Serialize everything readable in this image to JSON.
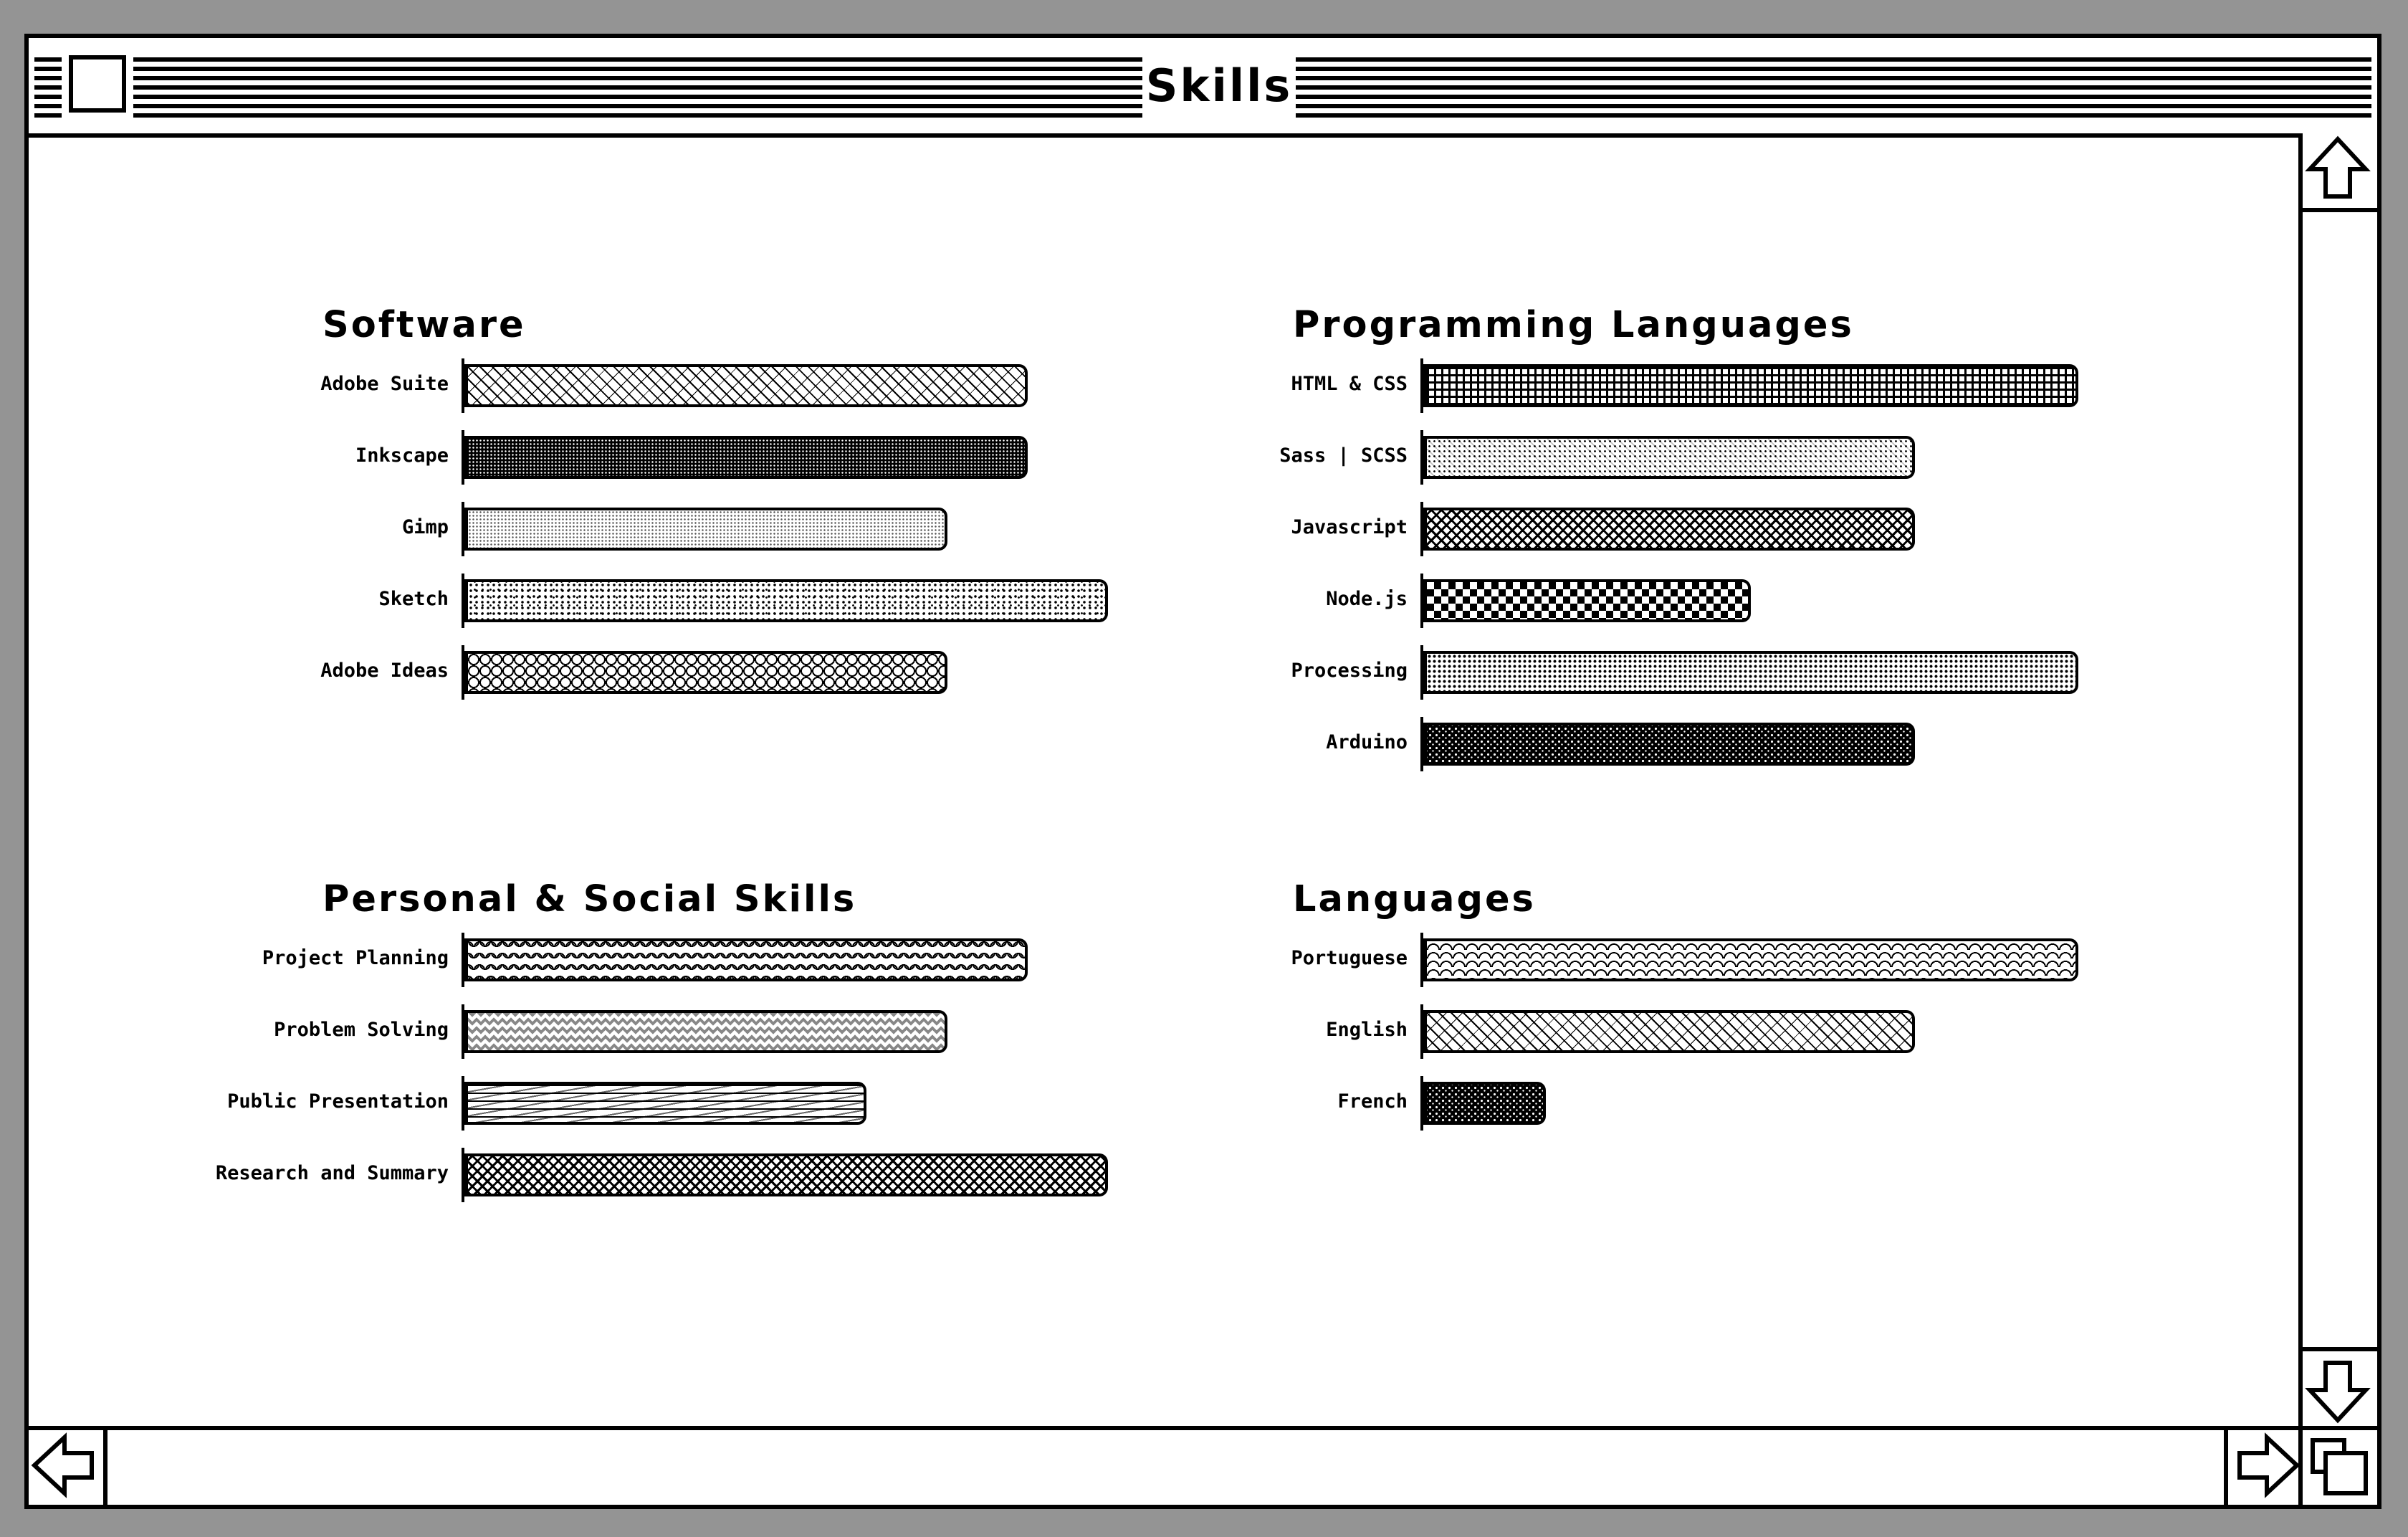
{
  "window": {
    "title": "Skills"
  },
  "sections": {
    "software": {
      "title": "Software",
      "skills": [
        {
          "label": "Adobe Suite",
          "level": 0.875,
          "pattern": "p-diag"
        },
        {
          "label": "Inkscape",
          "level": 0.875,
          "pattern": "p-dark"
        },
        {
          "label": "Gimp",
          "level": 0.75,
          "pattern": "p-light"
        },
        {
          "label": "Sketch",
          "level": 1.0,
          "pattern": "p-stipple"
        },
        {
          "label": "Adobe Ideas",
          "level": 0.75,
          "pattern": "p-circles"
        }
      ]
    },
    "programming": {
      "title": "Programming Languages",
      "skills": [
        {
          "label": "HTML & CSS",
          "level": 1.0,
          "pattern": "p-grid"
        },
        {
          "label": "Sass | SCSS",
          "level": 0.75,
          "pattern": "p-fine"
        },
        {
          "label": "Javascript",
          "level": 0.75,
          "pattern": "p-weave"
        },
        {
          "label": "Node.js",
          "level": 0.5,
          "pattern": "p-diamond"
        },
        {
          "label": "Processing",
          "level": 1.0,
          "pattern": "p-dots"
        },
        {
          "label": "Arduino",
          "level": 0.75,
          "pattern": "p-dark2"
        }
      ]
    },
    "personal": {
      "title": "Personal & Social Skills",
      "skills": [
        {
          "label": "Project Planning",
          "level": 0.875,
          "pattern": "p-wave"
        },
        {
          "label": "Problem Solving",
          "level": 0.75,
          "pattern": "p-zig"
        },
        {
          "label": "Public Presentation",
          "level": 0.625,
          "pattern": "p-hstripes"
        },
        {
          "label": "Research and Summary",
          "level": 1.0,
          "pattern": "p-weave"
        }
      ]
    },
    "languages": {
      "title": "Languages",
      "skills": [
        {
          "label": "Portuguese",
          "level": 1.0,
          "pattern": "p-scales"
        },
        {
          "label": "English",
          "level": 0.75,
          "pattern": "p-diag"
        },
        {
          "label": "French",
          "level": 0.1875,
          "pattern": "p-dark2"
        }
      ]
    }
  }
}
